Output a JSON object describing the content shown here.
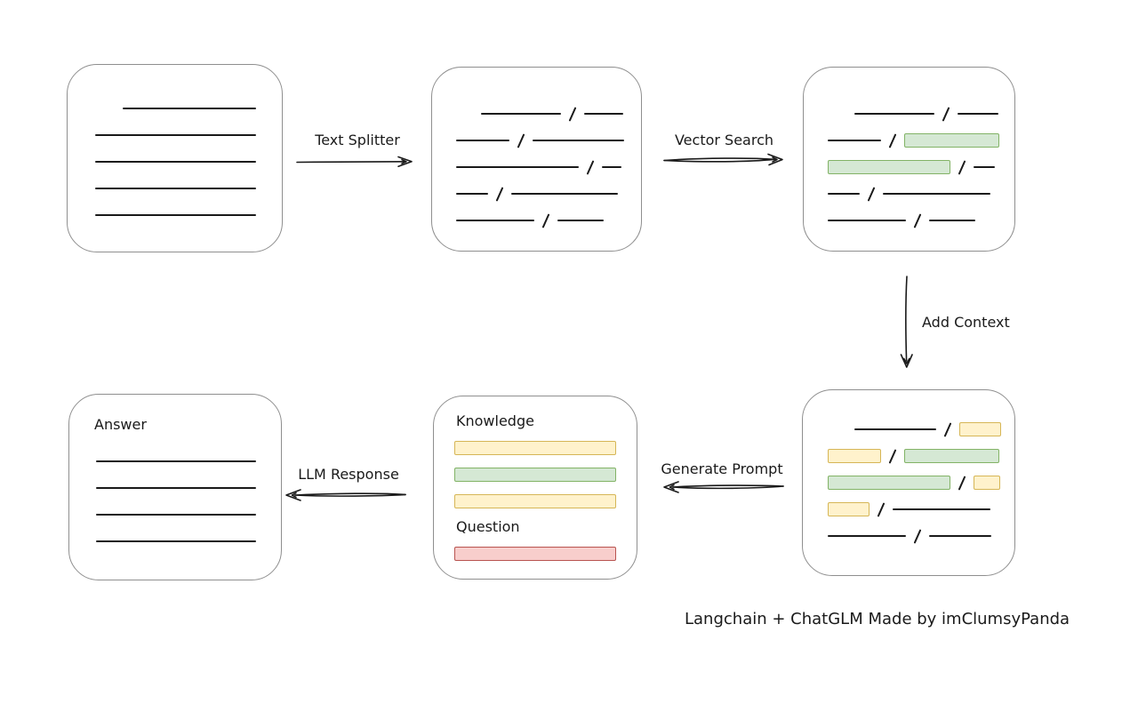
{
  "colors": {
    "ink": "#1a1a1a",
    "box_border": "#8f8f8f",
    "green_fill": "#d5e8d4",
    "green_stroke": "#82b366",
    "yellow_fill": "#fff2cc",
    "yellow_stroke": "#d6b656",
    "red_fill": "#f8cecc",
    "red_stroke": "#b85450"
  },
  "labels": {
    "text_splitter": "Text Splitter",
    "vector_search": "Vector Search",
    "add_context": "Add Context",
    "generate_prompt": "Generate Prompt",
    "llm_response": "LLM Response",
    "knowledge": "Knowledge",
    "question": "Question",
    "answer": "Answer",
    "caption": "Langchain + ChatGLM Made by imClumsyPanda"
  },
  "boxes": {
    "document": {
      "lines": [
        [
          {
            "t": "line",
            "w": 150,
            "ml": 31
          }
        ],
        [
          {
            "t": "line",
            "w": 181
          }
        ],
        [
          {
            "t": "line",
            "w": 181
          }
        ],
        [
          {
            "t": "line",
            "w": 181
          }
        ],
        [
          {
            "t": "line",
            "w": 181
          }
        ]
      ]
    },
    "chunks": {
      "rows": [
        [
          {
            "t": "line",
            "w": 90,
            "ml": 28
          },
          {
            "t": "slash"
          },
          {
            "t": "line",
            "w": 44
          }
        ],
        [
          {
            "t": "line",
            "w": 60
          },
          {
            "t": "slash"
          },
          {
            "t": "line",
            "w": 103
          }
        ],
        [
          {
            "t": "line",
            "w": 138
          },
          {
            "t": "slash"
          },
          {
            "t": "line",
            "w": 22
          }
        ],
        [
          {
            "t": "line",
            "w": 36
          },
          {
            "t": "slash"
          },
          {
            "t": "line",
            "w": 120
          }
        ],
        [
          {
            "t": "line",
            "w": 88
          },
          {
            "t": "slash"
          },
          {
            "t": "line",
            "w": 52
          }
        ]
      ]
    },
    "searched": {
      "rows": [
        [
          {
            "t": "line",
            "w": 90,
            "ml": 30
          },
          {
            "t": "slash"
          },
          {
            "t": "line",
            "w": 46
          }
        ],
        [
          {
            "t": "line",
            "w": 60
          },
          {
            "t": "slash"
          },
          {
            "t": "chunk",
            "c": "green",
            "w": 107
          }
        ],
        [
          {
            "t": "chunk",
            "c": "green",
            "w": 138
          },
          {
            "t": "slash"
          },
          {
            "t": "line",
            "w": 24
          }
        ],
        [
          {
            "t": "line",
            "w": 36
          },
          {
            "t": "slash"
          },
          {
            "t": "line",
            "w": 121
          }
        ],
        [
          {
            "t": "line",
            "w": 88
          },
          {
            "t": "slash"
          },
          {
            "t": "line",
            "w": 52
          }
        ]
      ]
    },
    "context": {
      "rows": [
        [
          {
            "t": "line",
            "w": 92,
            "ml": 30
          },
          {
            "t": "slash"
          },
          {
            "t": "chunk",
            "c": "yellow",
            "w": 47
          }
        ],
        [
          {
            "t": "chunk",
            "c": "yellow",
            "w": 60
          },
          {
            "t": "slash"
          },
          {
            "t": "chunk",
            "c": "green",
            "w": 107
          }
        ],
        [
          {
            "t": "chunk",
            "c": "green",
            "w": 138
          },
          {
            "t": "slash"
          },
          {
            "t": "chunk",
            "c": "yellow",
            "w": 30
          }
        ],
        [
          {
            "t": "chunk",
            "c": "yellow",
            "w": 47
          },
          {
            "t": "slash"
          },
          {
            "t": "line",
            "w": 110
          }
        ],
        [
          {
            "t": "line",
            "w": 88
          },
          {
            "t": "slash"
          },
          {
            "t": "line",
            "w": 70
          }
        ]
      ]
    },
    "prompt": {
      "knowledge_rows": [
        [
          {
            "t": "chunk",
            "c": "yellow",
            "w": 182
          }
        ],
        [
          {
            "t": "chunk",
            "c": "green",
            "w": 182
          }
        ],
        [
          {
            "t": "chunk",
            "c": "yellow",
            "w": 182
          }
        ]
      ],
      "question_rows": [
        [
          {
            "t": "chunk",
            "c": "red",
            "w": 182
          }
        ]
      ]
    },
    "answer": {
      "lines": [
        [
          {
            "t": "line",
            "w": 180
          }
        ],
        [
          {
            "t": "line",
            "w": 180
          }
        ],
        [
          {
            "t": "line",
            "w": 180
          }
        ],
        [
          {
            "t": "line",
            "w": 180
          }
        ]
      ]
    }
  }
}
